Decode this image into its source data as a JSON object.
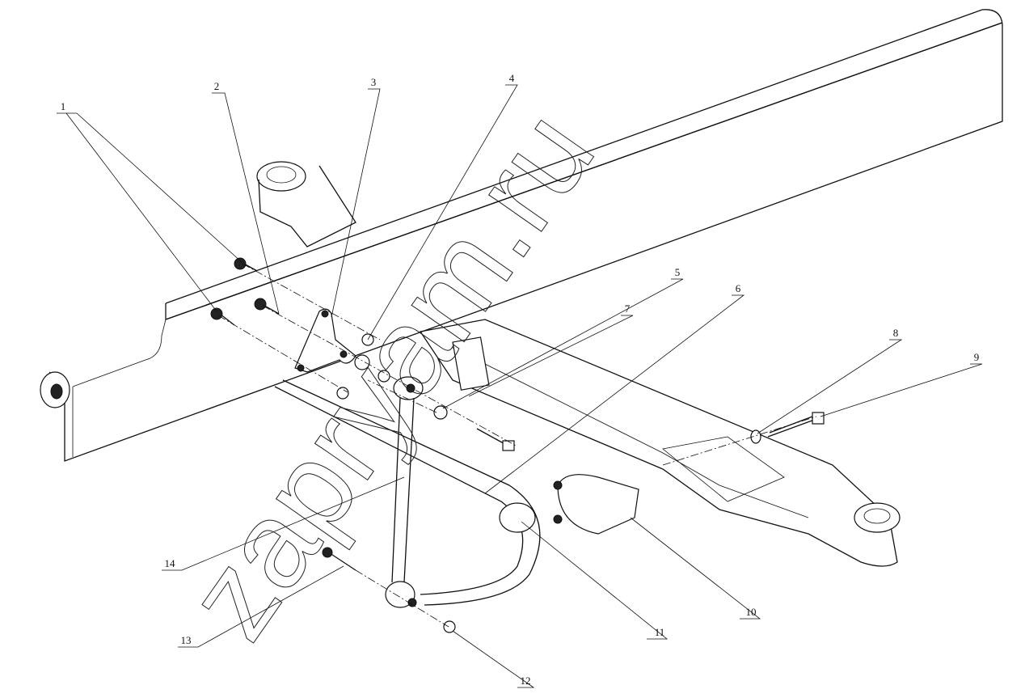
{
  "diagram": {
    "callouts": [
      "1",
      "2",
      "3",
      "4",
      "5",
      "6",
      "7",
      "8",
      "9",
      "10",
      "11",
      "12",
      "13",
      "14"
    ],
    "watermark": "zapryam.ru"
  }
}
